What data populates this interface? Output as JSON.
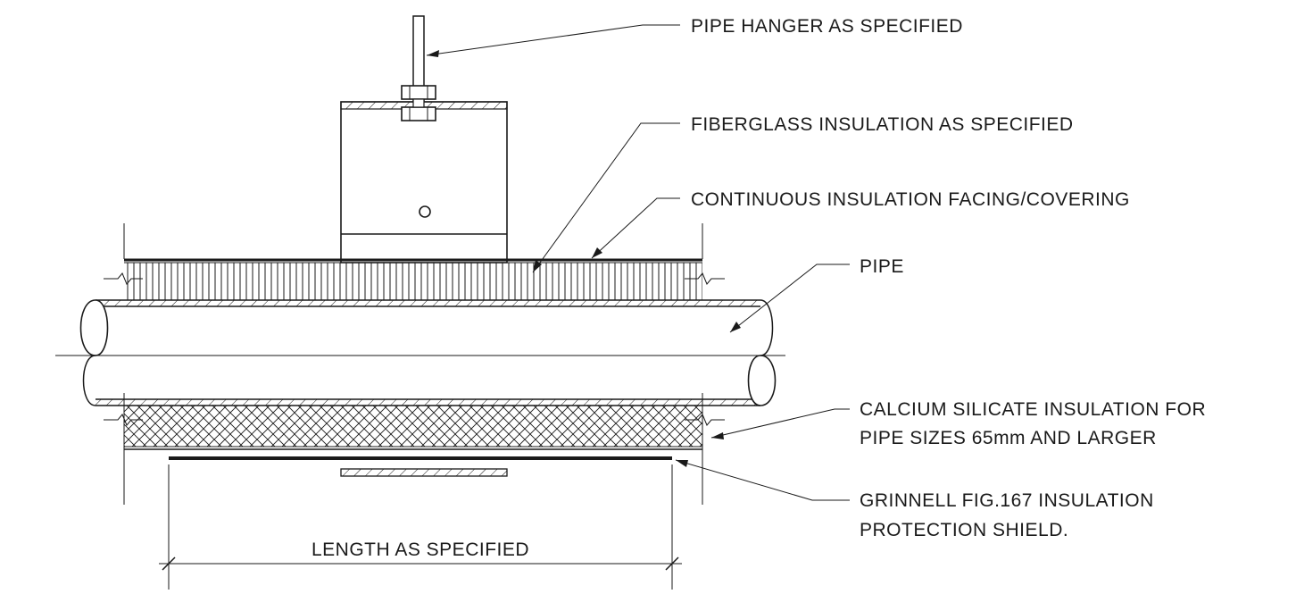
{
  "labels": {
    "pipe_hanger": "PIPE HANGER AS SPECIFIED",
    "fiberglass": "FIBERGLASS INSULATION AS SPECIFIED",
    "facing": "CONTINUOUS INSULATION FACING/COVERING",
    "pipe": "PIPE",
    "calcium_line1": "CALCIUM SILICATE INSULATION FOR",
    "calcium_line2": "PIPE SIZES 65mm AND LARGER",
    "grinnell_line1": "GRINNELL FIG.167 INSULATION",
    "grinnell_line2": "PROTECTION SHIELD.",
    "length": "LENGTH AS SPECIFIED"
  },
  "colors": {
    "ink": "#1a1a1a",
    "background": "#ffffff"
  }
}
